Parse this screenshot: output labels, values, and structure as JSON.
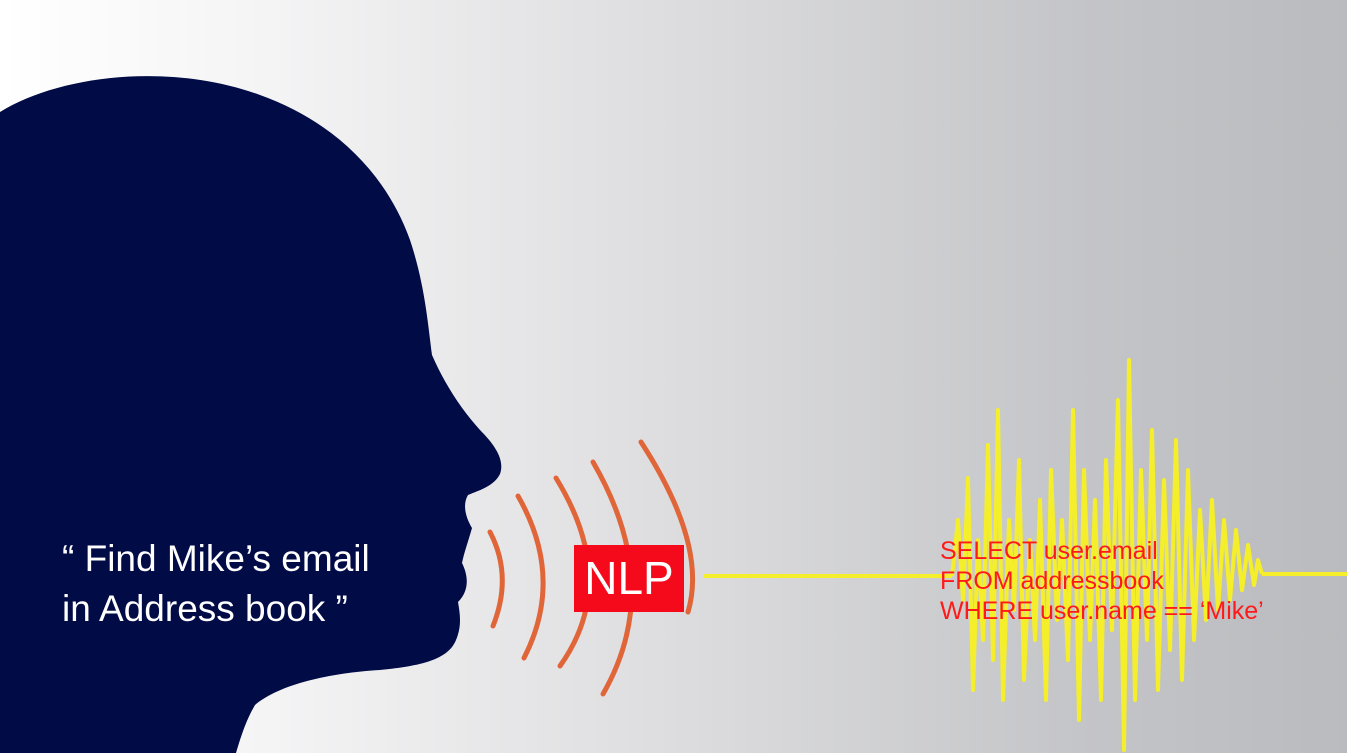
{
  "scene": {
    "head_icon": "speaking-head-silhouette-icon",
    "sound_waves_icon": "sound-waves-icon",
    "waveform_icon": "audio-waveform-icon",
    "colors": {
      "head": "#010b45",
      "sound_waves": "#e0663a",
      "waveform": "#f4ef2a",
      "nlp_badge": "#f40a1b",
      "sql_text": "#ff1a1a",
      "quote_text": "#ffffff"
    }
  },
  "quote": {
    "line1": "“ Find Mike’s email",
    "line2": "in Address book ”"
  },
  "nlp_label": "NLP",
  "sql": {
    "line1": "SELECT user.email",
    "line2": "FROM addressbook",
    "line3": "WHERE user.name == ‘Mike’"
  }
}
